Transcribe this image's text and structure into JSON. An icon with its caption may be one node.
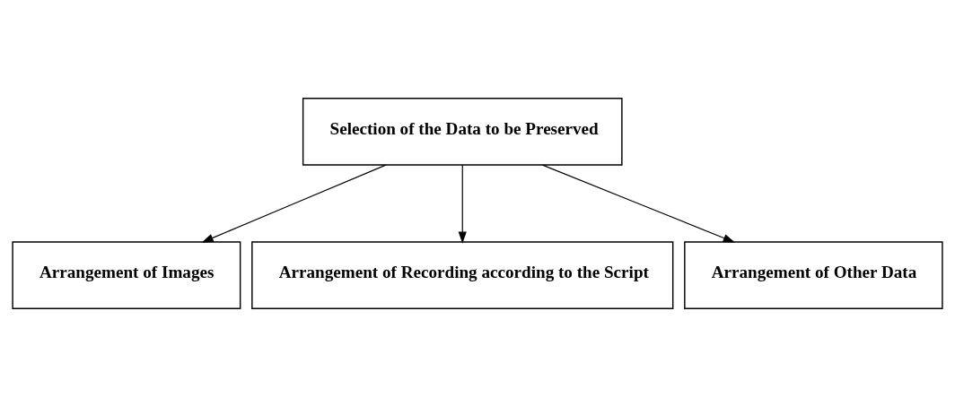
{
  "diagram": {
    "nodes": [
      {
        "text": [
          "Selection of the Data to be Preserved"
        ]
      },
      {
        "text": [
          "Arrangement of Images"
        ]
      },
      {
        "text": [
          "Arrangement of Recording according to the Script"
        ]
      },
      {
        "text": [
          "Arrangement of Other Data"
        ]
      }
    ],
    "edges": [
      {
        "from": 0,
        "to": 1,
        "arrow": "to"
      },
      {
        "from": 0,
        "to": 2,
        "arrow": "to"
      },
      {
        "from": 0,
        "to": 3,
        "arrow": "to"
      }
    ]
  }
}
